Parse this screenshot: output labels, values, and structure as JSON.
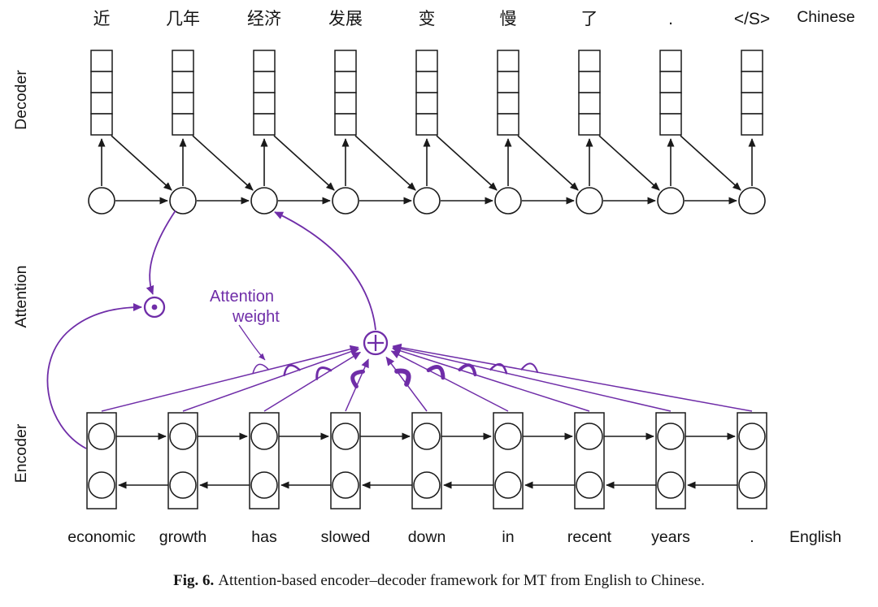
{
  "figure": {
    "caption_label": "Fig. 6.",
    "caption_text": "Attention-based encoder–decoder framework for MT from English to Chinese."
  },
  "section_labels": {
    "decoder": "Decoder",
    "attention": "Attention",
    "encoder": "Encoder"
  },
  "language_labels": {
    "target": "Chinese",
    "source": "English"
  },
  "attention_weight_label": {
    "line1": "Attention",
    "line2": "weight"
  },
  "chinese_tokens": [
    "近",
    "几年",
    "经济",
    "发展",
    "变",
    "慢",
    "了",
    ".",
    "</S>"
  ],
  "english_tokens": [
    "economic",
    "growth",
    "has",
    "slowed",
    "down",
    "in",
    "recent",
    "years",
    "."
  ],
  "icons": {
    "dot_product": "⊙",
    "sum": "⊕"
  },
  "colors": {
    "accent_purple": "#6f2da8",
    "line_black": "#1a1a1a"
  },
  "attention_weights_relative": [
    1.5,
    2.5,
    3,
    5,
    6,
    5,
    4,
    2.5,
    2
  ]
}
